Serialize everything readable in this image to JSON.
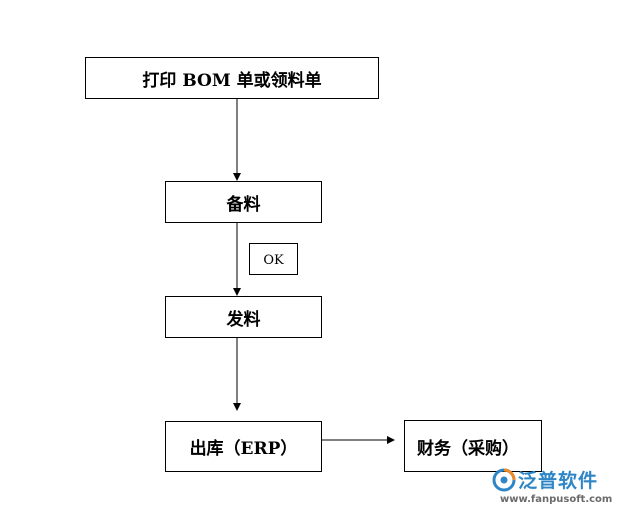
{
  "nodes": {
    "print": "打印 BOM 单或领料单",
    "prepare": "备料",
    "ok": "OK",
    "issue": "发料",
    "outbound": "出库（ERP）",
    "finance": "财务（采购）"
  },
  "watermark": {
    "name": "泛普软件",
    "url": "www.fanpusoft.com"
  },
  "colors": {
    "line": "#000000",
    "watermark_blue": "#2f86c7",
    "watermark_orange": "#f08a24"
  }
}
